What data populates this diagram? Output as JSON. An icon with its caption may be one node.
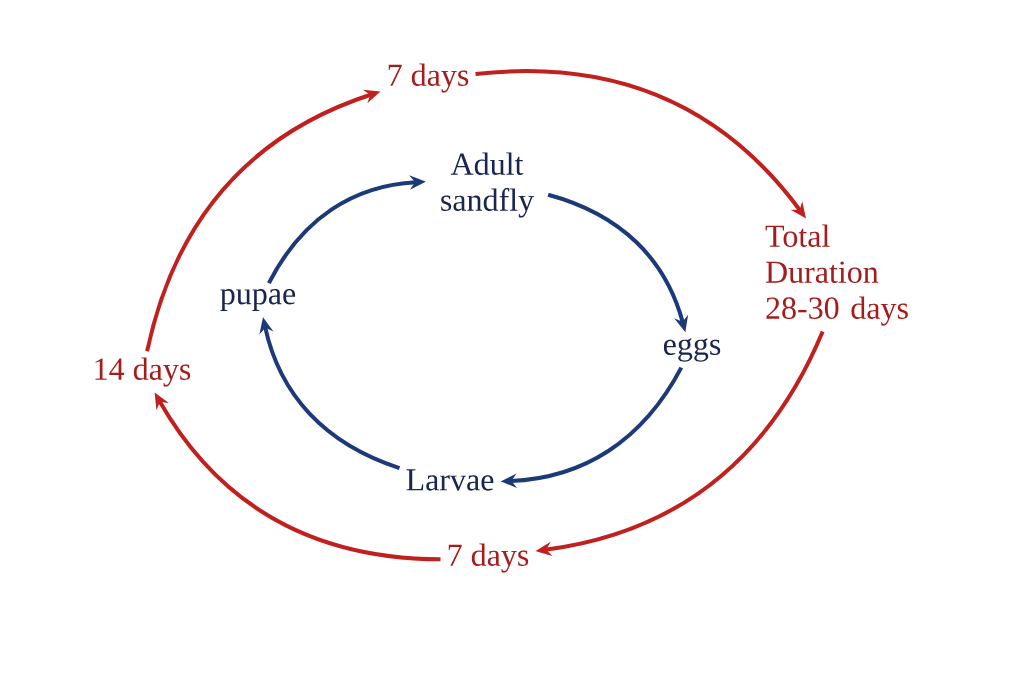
{
  "diagram": {
    "nodes": [
      {
        "text": [
          "Adult sandfly"
        ]
      },
      {
        "text": [
          "eggs"
        ]
      },
      {
        "text": [
          "Larvae"
        ]
      },
      {
        "text": [
          "pupae"
        ]
      },
      {
        "text": [
          "7 days"
        ]
      },
      {
        "text": [
          "Total Duration 28-30 days"
        ]
      },
      {
        "text": [
          "7 days"
        ]
      },
      {
        "text": [
          "14 days"
        ]
      }
    ],
    "edges": [
      {
        "from": 0,
        "to": 1,
        "arrow": "to",
        "color": "#1c3a7a"
      },
      {
        "from": 1,
        "to": 2,
        "arrow": "to",
        "color": "#1c3a7a"
      },
      {
        "from": 2,
        "to": 3,
        "arrow": "to",
        "color": "#1c3a7a"
      },
      {
        "from": 3,
        "to": 0,
        "arrow": "to",
        "color": "#1c3a7a"
      },
      {
        "from": 4,
        "to": 5,
        "arrow": "to",
        "color": "#c0201e"
      },
      {
        "from": 5,
        "to": 6,
        "arrow": "to",
        "color": "#c0201e"
      },
      {
        "from": 6,
        "to": 7,
        "arrow": "to",
        "color": "#c0201e"
      },
      {
        "from": 7,
        "to": 4,
        "arrow": "to",
        "color": "#c0201e"
      }
    ]
  }
}
